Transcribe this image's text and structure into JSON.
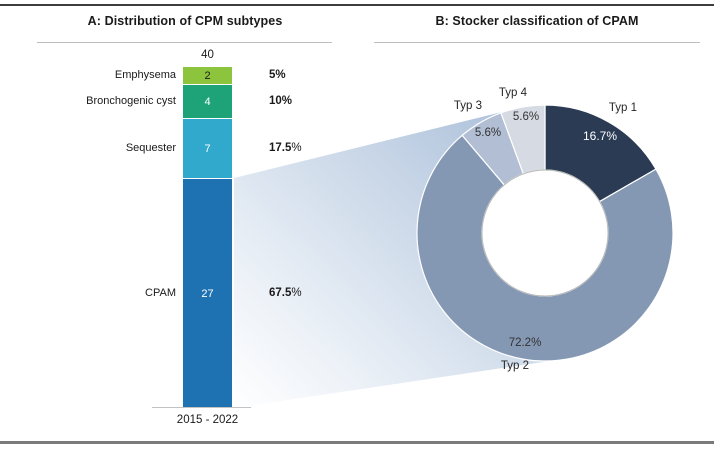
{
  "chart_data": [
    {
      "type": "bar",
      "subtype": "single-stacked-column",
      "title": "A: Distribution of CPM subtypes",
      "categories": [
        "Emphysema",
        "Bronchogenic cyst",
        "Sequester",
        "CPAM"
      ],
      "values": [
        2,
        4,
        7,
        27
      ],
      "total": 40,
      "total_label": "40",
      "percent_labels": [
        "5%",
        "10%",
        "17.5%",
        "67.5%"
      ],
      "percent_values": [
        "5",
        "10",
        "17.5",
        "67.5"
      ],
      "percent_sign": "%",
      "xlabel": "2015 - 2022",
      "ylim": [
        0,
        40
      ],
      "grid": false,
      "colors": [
        "#8CC43D",
        "#1EA379",
        "#30A9CD",
        "#1F72B2"
      ],
      "value_text_colors": [
        "#1a1a1a",
        "#ffffff",
        "#ffffff",
        "#ffffff"
      ]
    },
    {
      "type": "pie",
      "subtype": "donut",
      "title": "B: Stocker classification of CPAM",
      "categories": [
        "Typ 1",
        "Typ 2",
        "Typ 3",
        "Typ 4"
      ],
      "values": [
        16.7,
        72.2,
        5.6,
        5.6
      ],
      "slice_labels": [
        "16.7%",
        "72.2%",
        "5.6%",
        "5.6%"
      ],
      "start_angle_deg": 0,
      "direction": "clockwise",
      "legend_position": "outside-labels",
      "colors": [
        "#2B3B54",
        "#8498B4",
        "#B1BED3",
        "#D6DBE3"
      ],
      "connector": "gradient funnel from CPAM bar segment to donut"
    }
  ],
  "styles": {
    "funnel_start_color": "#FFFFFF",
    "funnel_end_color": "#AEC2DB",
    "accent_dark_line": "#3d3d3d",
    "accent_bottom_line": "#7a7a7a"
  }
}
